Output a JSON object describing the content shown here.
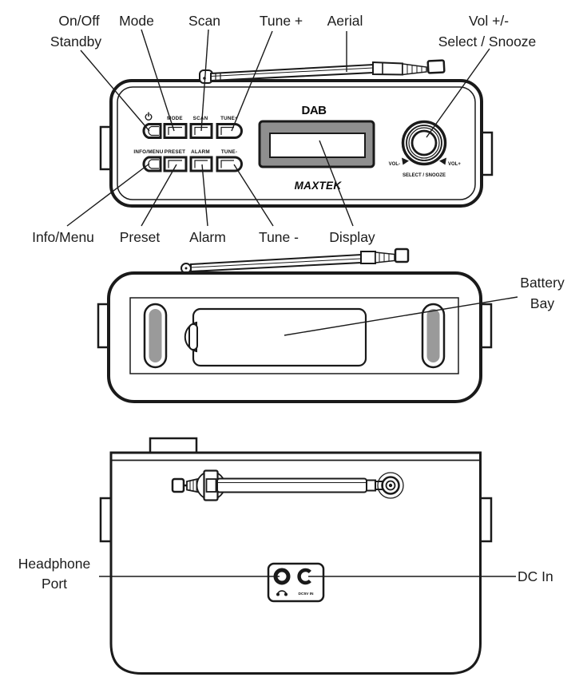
{
  "front_view": {
    "callouts": {
      "on_off_1": "On/Off",
      "on_off_2": "Standby",
      "mode": "Mode",
      "scan": "Scan",
      "tune_plus": "Tune +",
      "aerial": "Aerial",
      "vol_1": "Vol +/-",
      "vol_2": "Select / Snooze",
      "info_menu": "Info/Menu",
      "preset": "Preset",
      "alarm": "Alarm",
      "tune_minus": "Tune -",
      "display": "Display"
    },
    "panel": {
      "power_icon": "power-icon",
      "mode": "MODE",
      "scan": "SCAN",
      "tune_plus": "TUNE+",
      "info_menu": "INFO/MENU",
      "preset": "PRESET",
      "alarm": "ALARM",
      "tune_minus": "TUNE-",
      "dab_logo": "DAB",
      "brand_logo": "MAXTEK",
      "vol_minus": "VOL-",
      "vol_plus": "VOL+",
      "select_snooze": "SELECT / SNOOZE"
    }
  },
  "back_view": {
    "callouts": {
      "battery_1": "Battery",
      "battery_2": "Bay"
    }
  },
  "bottom_view": {
    "callouts": {
      "headphone_1": "Headphone",
      "headphone_2": "Port",
      "dc_in": "DC In"
    },
    "panel": {
      "dc_label": "DC5V IN",
      "headphone_icon": "headphone-icon"
    }
  },
  "colors": {
    "ink": "#1a1a1a",
    "display_bezel": "#8f8f8f",
    "grille_gray": "#9a9a9a",
    "background": "#ffffff"
  }
}
